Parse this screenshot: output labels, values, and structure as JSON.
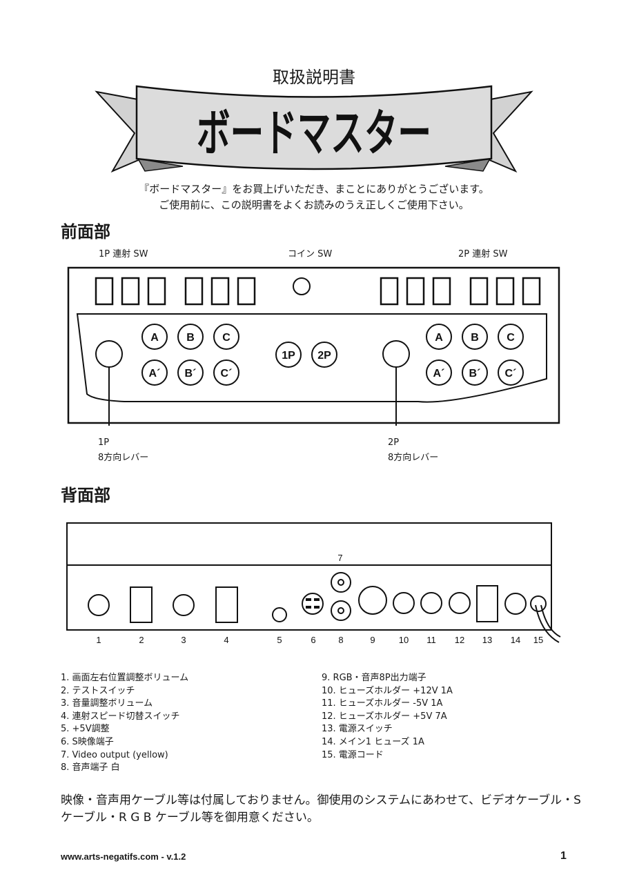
{
  "header": {
    "subtitle": "取扱説明書",
    "title": "ボードマスター"
  },
  "intro": {
    "line1": "『ボードマスター』をお買上げいただき、まことにありがとうございます。",
    "line2": "ご使用前に、この説明書をよくお読みのうえ正しくご使用下さい。"
  },
  "front": {
    "heading": "前面部",
    "label_1p_sw": "1P 連射 SW",
    "label_coin_sw": "コイン SW",
    "label_2p_sw": "2P 連射 SW",
    "lever_1p_line1": "1P",
    "lever_1p_line2": "8方向レバー",
    "lever_2p_line1": "2P",
    "lever_2p_line2": "8方向レバー",
    "buttons": {
      "a": "A",
      "b": "B",
      "c": "C",
      "a2": "A´",
      "b2": "B´",
      "c2": "C´",
      "start1": "1P",
      "start2": "2P"
    }
  },
  "back": {
    "heading": "背面部",
    "label_7": "7",
    "numbers": [
      "1",
      "2",
      "3",
      "4",
      "5",
      "6",
      "8",
      "9",
      "10",
      "11",
      "12",
      "13",
      "14",
      "15"
    ]
  },
  "legend": {
    "left": [
      "1. 画面左右位置調整ボリューム",
      "2. テストスイッチ",
      "3. 音量調整ボリューム",
      "4. 連射スピード切替スイッチ",
      "5. +5V調整",
      "6. S映像端子",
      "7. Video output (yellow)",
      "8. 音声端子 白"
    ],
    "right": [
      "9. RGB・音声8P出力端子",
      "10. ヒューズホルダー +12V 1A",
      "11. ヒューズホルダー -5V 1A",
      "12. ヒューズホルダー +5V 7A",
      "13. 電源スイッチ",
      "14. メイン1 ヒューズ 1A",
      "15. 電源コード"
    ]
  },
  "note": {
    "text": "映像・音声用ケーブル等は付属しておりません。御使用のシステムにあわせて、ビデオケーブル・S ケーブル・R G B ケーブル等を御用意ください。"
  },
  "footer": {
    "url": "www.arts-negatifs.com - v.1.2",
    "page": "1"
  }
}
